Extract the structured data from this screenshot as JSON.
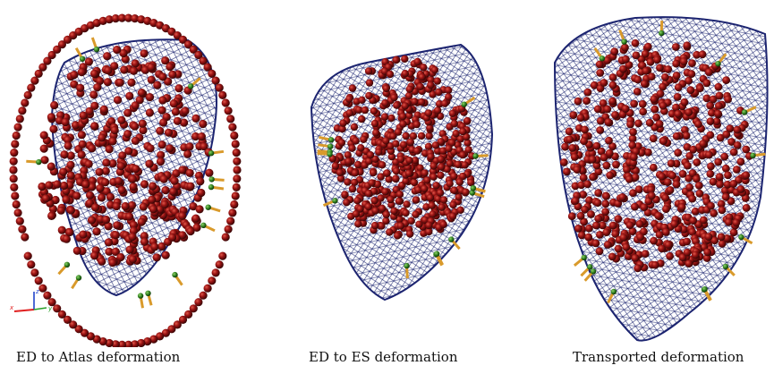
{
  "captions": {
    "left": "ED to Atlas deformation",
    "middle": "ED to ES deformation",
    "right": "Transported deformation"
  },
  "axes_triad": {
    "x": "x",
    "y": "y",
    "z": "z"
  },
  "colors": {
    "mesh": "#1c2470",
    "sphere": "#8b0f0f",
    "sphere_highlight": "#d23a2a",
    "landmark": "#2e7d1e",
    "arrow": "#d99a2b",
    "axis_x": "#e02020",
    "axis_y": "#2aa12a",
    "axis_z": "#2244cc"
  }
}
